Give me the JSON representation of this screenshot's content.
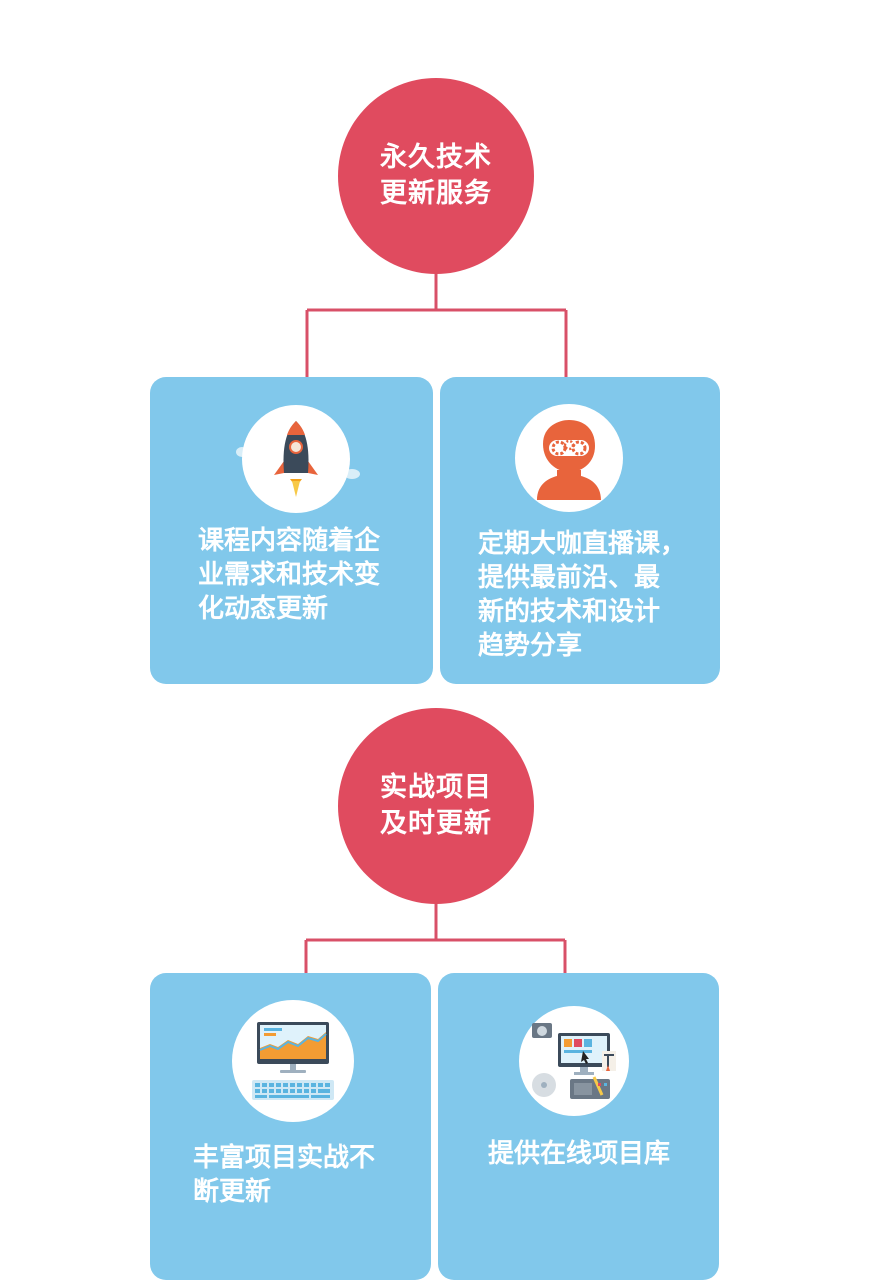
{
  "colors": {
    "hub": "#e04b5f",
    "card": "#81c8eb",
    "connector": "#d85068"
  },
  "section1": {
    "hub_lines": [
      "永久技术",
      "更新服务"
    ],
    "left_card": {
      "icon": "rocket-icon",
      "lines": [
        "课程内容随着企",
        "业需求和技术变",
        "化动态更新"
      ]
    },
    "right_card": {
      "icon": "brain-gears-icon",
      "lines": [
        "定期大咖直播课，",
        "提供最前沿、最",
        "新的技术和设计",
        "趋势分享"
      ]
    }
  },
  "section2": {
    "hub_lines": [
      "实战项目",
      "及时更新"
    ],
    "left_card": {
      "icon": "monitor-chart-icon",
      "lines": [
        "丰富项目实战不",
        "断更新"
      ]
    },
    "right_card": {
      "icon": "design-tools-icon",
      "lines": [
        "提供在线项目库"
      ]
    }
  }
}
